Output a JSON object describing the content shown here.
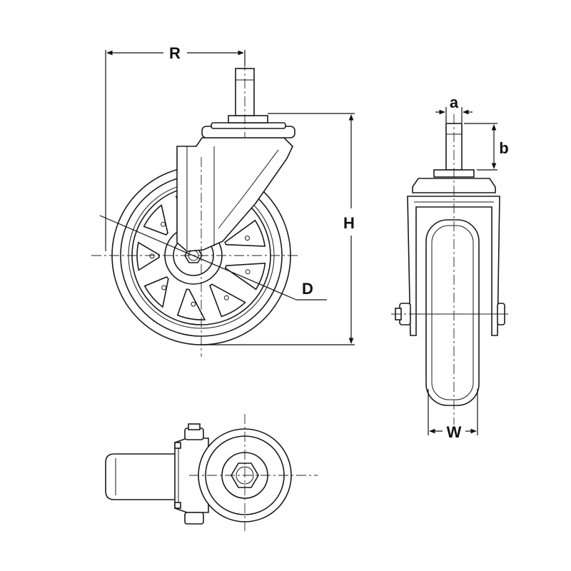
{
  "labels": {
    "R": "R",
    "H": "H",
    "D": "D",
    "a": "a",
    "b": "b",
    "W": "W"
  }
}
